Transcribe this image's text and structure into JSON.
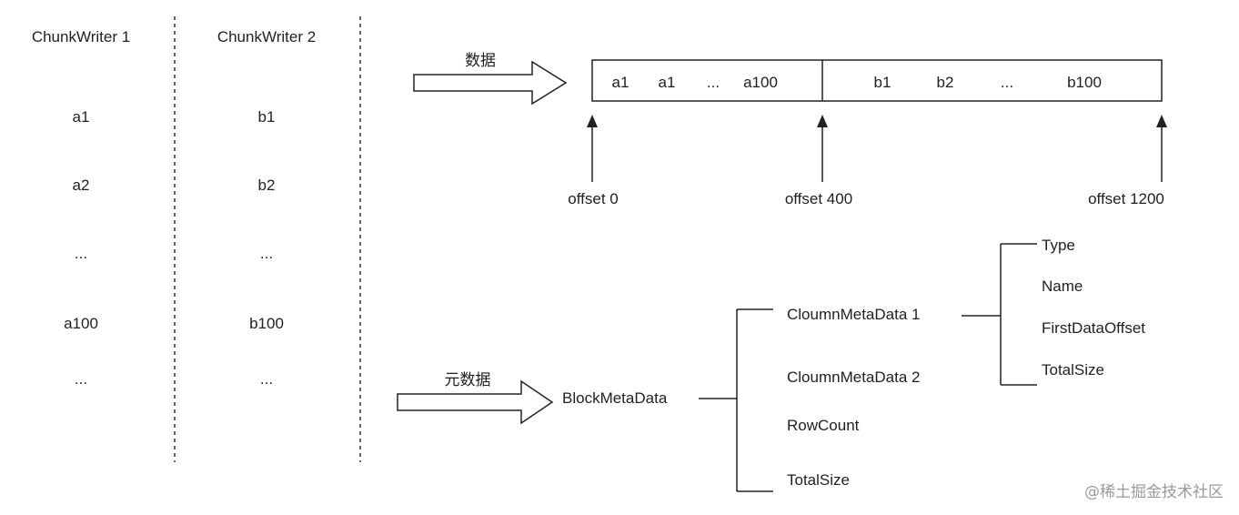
{
  "columns": {
    "writer1": {
      "title": "ChunkWriter 1",
      "rows": [
        "a1",
        "a2",
        "...",
        "a100",
        "..."
      ]
    },
    "writer2": {
      "title": "ChunkWriter 2",
      "rows": [
        "b1",
        "b2",
        "...",
        "b100",
        "..."
      ]
    }
  },
  "data_arrow_label": "数据",
  "meta_arrow_label": "元数据",
  "data_block": {
    "segment_a": [
      "a1",
      "a1",
      "...",
      "a100"
    ],
    "segment_b": [
      "b1",
      "b2",
      "...",
      "b100"
    ]
  },
  "offsets": [
    "offset 0",
    "offset 400",
    "offset 1200"
  ],
  "metadata_tree": {
    "root": "BlockMetaData",
    "children": [
      "CloumnMetaData 1",
      "CloumnMetaData 2",
      "RowCount",
      "TotalSize"
    ],
    "column_fields": [
      "Type",
      "Name",
      "FirstDataOffset",
      "TotalSize"
    ]
  },
  "watermark": "@稀土掘金技术社区"
}
